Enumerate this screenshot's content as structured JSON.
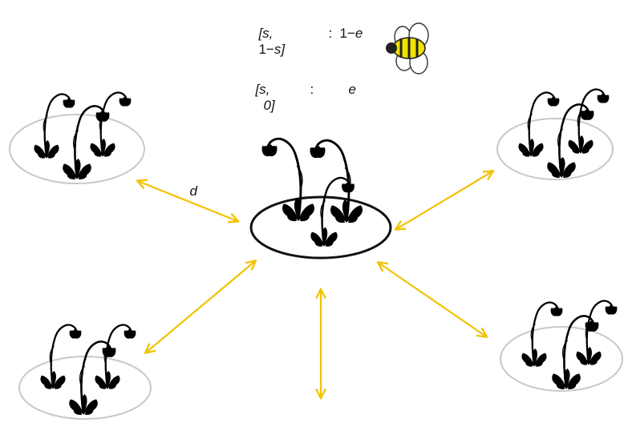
{
  "labels": {
    "row1": {
      "interval": "[s,",
      "one_minus_s_prefix": "1−",
      "s_var": "s",
      "bracket_close": "]",
      "colon": ":",
      "value_prefix": "1−",
      "value_var": "e"
    },
    "row2": {
      "interval": "[s,",
      "zero": "0",
      "bracket_close": "]",
      "colon": ":",
      "value_var": "e"
    },
    "distance": "d"
  },
  "icons": {
    "pollinator": "bee-icon",
    "flower": "nodding-flower-icon"
  },
  "colors": {
    "arrow": "#f2c200",
    "focal_patch_outline": "#111111",
    "faded_patch_outline": "#c8c8c8",
    "stem": "#2e9a3a",
    "leaf": "#7cc86a",
    "petal": "#e8555b",
    "bee_stripe_yellow": "#f2e200",
    "bee_stripe_black": "#222222"
  },
  "diagram": {
    "focal_patch": {
      "plants": 3
    },
    "surrounding_patches": 4,
    "open_dispersal_arrows": 1
  }
}
